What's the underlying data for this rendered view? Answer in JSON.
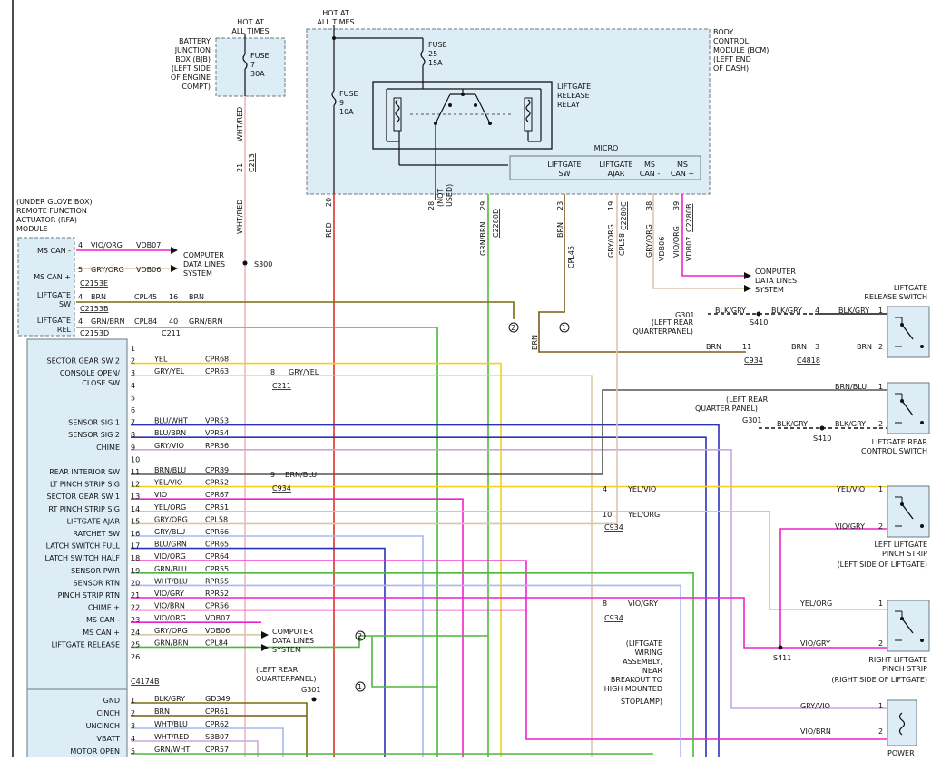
{
  "colors": {
    "red": "#e0302a",
    "yellow": "#f2d21e",
    "violet": "#ee22cc",
    "blue": "#2a33b8",
    "green": "#4db83a",
    "brown": "#7a5a1a",
    "gray": "#9a9a9a",
    "lightviolet": "#c8a8d8",
    "pink": "#f0b8b8",
    "tan": "#d8c8a8",
    "olive": "#7a6a10",
    "lightblue": "#a8b8f0",
    "module_fill": "#dcedf5"
  },
  "top": {
    "hot1": "HOT AT",
    "hot2": "ALL TIMES",
    "hotb1": "HOT AT",
    "hotb2": "ALL TIMES",
    "bjb": [
      "BATTERY",
      "JUNCTION",
      "BOX (BJB)",
      "(LEFT SIDE",
      "OF ENGINE",
      "COMPT)"
    ],
    "fuse7": [
      "FUSE",
      "7",
      "30A"
    ],
    "fuse9": [
      "FUSE",
      "9",
      "10A"
    ],
    "fuse25": [
      "FUSE",
      "25",
      "15A"
    ],
    "bcm": [
      "BODY",
      "CONTROL",
      "MODULE (BCM)",
      "(LEFT END",
      "OF DASH)"
    ],
    "relay": [
      "LIFTGATE",
      "RELEASE",
      "RELAY"
    ],
    "micro": "MICRO",
    "micro_cols": [
      [
        "LIFTGATE",
        "SW"
      ],
      [
        "LIFTGATE",
        "AJAR"
      ],
      [
        "MS",
        "CAN -"
      ],
      [
        "MS",
        "CAN +"
      ]
    ]
  },
  "pins": {
    "p20": "20",
    "c20": "RED",
    "p28": "28",
    "c28": [
      "(NOT",
      "USED)"
    ],
    "p29": "29",
    "c29": "GRN/BRN",
    "k29": "C2280D",
    "p23": "23",
    "c23": "BRN",
    "w23": "CPL45",
    "p19": "19",
    "c19": "GRY/ORG",
    "w19": "CPL58",
    "k19": "C2280C",
    "p38": "38",
    "c38": "GRY/ORG",
    "w38": "VDB06",
    "p39": "39",
    "c39": "VIO/ORG",
    "w39": "VDB07",
    "k39": "C2280B",
    "wr1": "WHT/RED",
    "wr2": "WHT/RED",
    "c213p": "21",
    "c213": "C213",
    "s300": "S300"
  },
  "rfa": {
    "title": [
      "(UNDER GLOVE BOX)",
      "REMOTE FUNCTION",
      "ACTUATOR (RFA)",
      "MODULE"
    ],
    "rows": [
      {
        "label": "MS CAN -",
        "pin": "4",
        "color": "VIO/ORG",
        "circ": "VDB07",
        "conn": ""
      },
      {
        "label": "MS CAN +",
        "pin": "5",
        "color": "GRY/ORG",
        "circ": "VDB06",
        "conn": "C2153E"
      },
      {
        "label": "LIFTGATE SW",
        "pin": "4",
        "color": "BRN",
        "circ": "CPL45",
        "conn": "C2153B"
      },
      {
        "label": "LIFTGATE REL",
        "pin": "4",
        "color": "GRN/BRN",
        "circ": "CPL84",
        "conn": "C2153D"
      }
    ],
    "cdl": [
      "COMPUTER",
      "DATA LINES",
      "SYSTEM"
    ],
    "c211_16": "16",
    "c211_16c": "BRN",
    "c211_40": "40",
    "c211_40c": "GRN/BRN",
    "c211": "C211"
  },
  "lgm_rows": [
    {
      "pin": "1",
      "label": "",
      "color": "",
      "circ": ""
    },
    {
      "pin": "2",
      "label": "SECTOR GEAR SW 2",
      "color": "YEL",
      "circ": "CPR68"
    },
    {
      "pin": "3",
      "label": "CONSOLE OPEN/",
      "label2": "CLOSE SW",
      "color": "GRY/YEL",
      "circ": "CPR63"
    },
    {
      "pin": "4",
      "label": "",
      "color": "",
      "circ": ""
    },
    {
      "pin": "5",
      "label": "",
      "color": "",
      "circ": ""
    },
    {
      "pin": "6",
      "label": "",
      "color": "",
      "circ": ""
    },
    {
      "pin": "7",
      "label": "SENSOR SIG 1",
      "color": "BLU/WHT",
      "circ": "VPR53"
    },
    {
      "pin": "8",
      "label": "SENSOR SIG 2",
      "color": "BLU/BRN",
      "circ": "VPR54"
    },
    {
      "pin": "9",
      "label": "CHIME",
      "color": "GRY/VIO",
      "circ": "RPR56"
    },
    {
      "pin": "10",
      "label": "",
      "color": "",
      "circ": ""
    },
    {
      "pin": "11",
      "label": "REAR INTERIOR SW",
      "color": "BRN/BLU",
      "circ": "CPR89"
    },
    {
      "pin": "12",
      "label": "LT PINCH STRIP SIG",
      "color": "YEL/VIO",
      "circ": "CPR52"
    },
    {
      "pin": "13",
      "label": "SECTOR GEAR SW 1",
      "color": "VIO",
      "circ": "CPR67"
    },
    {
      "pin": "14",
      "label": "RT PINCH STRIP SIG",
      "color": "YEL/ORG",
      "circ": "CPR51"
    },
    {
      "pin": "15",
      "label": "LIFTGATE AJAR",
      "color": "GRY/ORG",
      "circ": "CPL58"
    },
    {
      "pin": "16",
      "label": "RATCHET SW",
      "color": "GRY/BLU",
      "circ": "CPR66"
    },
    {
      "pin": "17",
      "label": "LATCH SWITCH FULL",
      "color": "BLU/GRN",
      "circ": "CPR65"
    },
    {
      "pin": "18",
      "label": "LATCH SWITCH HALF",
      "color": "VIO/ORG",
      "circ": "CPR64"
    },
    {
      "pin": "19",
      "label": "SENSOR PWR",
      "color": "GRN/BLU",
      "circ": "CPR55"
    },
    {
      "pin": "20",
      "label": "SENSOR RTN",
      "color": "WHT/BLU",
      "circ": "RPR55"
    },
    {
      "pin": "21",
      "label": "PINCH STRIP RTN",
      "color": "VIO/GRY",
      "circ": "RPR52"
    },
    {
      "pin": "22",
      "label": "CHIME +",
      "color": "VIO/BRN",
      "circ": "CPR56"
    },
    {
      "pin": "23",
      "label": "MS CAN -",
      "color": "VIO/ORG",
      "circ": "VDB07"
    },
    {
      "pin": "24",
      "label": "MS CAN +",
      "color": "GRY/ORG",
      "circ": "VDB06"
    },
    {
      "pin": "25",
      "label": "LIFTGATE RELEASE",
      "color": "GRN/BRN",
      "circ": "CPL84"
    },
    {
      "pin": "26",
      "label": "",
      "color": "",
      "circ": ""
    }
  ],
  "lgm_conn1": "C4174B",
  "lgm2_rows": [
    {
      "pin": "1",
      "label": "GND",
      "color": "BLK/GRY",
      "circ": "GD349"
    },
    {
      "pin": "2",
      "label": "CINCH",
      "color": "BRN",
      "circ": "CPR61"
    },
    {
      "pin": "3",
      "label": "UNCINCH",
      "color": "WHT/BLU",
      "circ": "CPR62"
    },
    {
      "pin": "4",
      "label": "VBATT",
      "color": "WHT/RED",
      "circ": "SBB07"
    },
    {
      "pin": "5",
      "label": "MOTOR OPEN",
      "color": "GRN/WHT",
      "circ": "CPR57"
    }
  ],
  "mid": {
    "c211_8": "8",
    "c211_8c": "GRY/YEL",
    "c211": "C211",
    "c934_9": "9",
    "c934_9c": "BRN/BLU",
    "c934a": "C934",
    "c934_4": "4",
    "c934_4c": "YEL/VIO",
    "c934_10": "10",
    "c934_10c": "YEL/ORG",
    "c934b": "C934",
    "c934_8": "8",
    "c934_8c": "VIO/GRY",
    "c934c": "C934",
    "cdl2": [
      "COMPUTER",
      "DATA LINES",
      "SYSTEM"
    ],
    "cdl3": [
      "COMPUTER",
      "DATA LINES",
      "SYSTEM"
    ],
    "g301a": [
      "(LEFT REAR",
      "QUARTERPANEL)"
    ],
    "g301a_id": "G301",
    "brn_splice": "BRN",
    "n1": "1",
    "n2": "2",
    "n1b": "1",
    "n2b": "2"
  },
  "right": {
    "lrs_title": [
      "LIFTGATE",
      "RELEASE SWITCH"
    ],
    "g301b": "G301",
    "g301b_loc": [
      "(LEFT REAR",
      "QUARTERPANEL)"
    ],
    "blkgry1": "BLK/GRY",
    "s410a": "S410",
    "blkgry2": "BLK/GRY",
    "pin4a": "4",
    "blkgry3": "BLK/GRY",
    "pin1a": "1",
    "brn_a": "BRN",
    "c934_11": "11",
    "c934_11l": "C934",
    "brn_b": "BRN",
    "pin3": "3",
    "c4818": "C4818",
    "brn_c": "BRN",
    "pin2a": "2",
    "lrc_title": [
      "LIFTGATE REAR",
      "CONTROL SWITCH"
    ],
    "brnblu": "BRN/BLU",
    "pin1b": "1",
    "g301c": "G301",
    "g301c_loc": [
      "(LEFT REAR",
      "QUARTER PANEL)"
    ],
    "blkgry4": "BLK/GRY",
    "s410b": "S410",
    "blkgry5": "BLK/GRY",
    "pin2b": "2",
    "yelvio": "YEL/VIO",
    "pin1c": "1",
    "viogry1": "VIO/GRY",
    "pin2c": "2",
    "lps_title": [
      "LEFT LIFTGATE",
      "PINCH STRIP",
      "(LEFT SIDE OF LIFTGATE)"
    ],
    "yelorg": "YEL/ORG",
    "pin1d": "1",
    "viogry2": "VIO/GRY",
    "pin2d": "2",
    "s411": "S411",
    "rps_title": [
      "RIGHT LIFTGATE",
      "PINCH STRIP",
      "(RIGHT SIDE OF LIFTGATE)"
    ],
    "assembly": [
      "(LIFTGATE",
      "WIRING",
      "ASSEMBLY,",
      "NEAR",
      "BREAKOUT TO",
      "HIGH MOUNTED",
      "STOPLAMP)"
    ],
    "gryvio": "GRY/VIO",
    "pin1e": "1",
    "viobrn": "VIO/BRN",
    "pin2e": "2",
    "power": "POWER"
  }
}
